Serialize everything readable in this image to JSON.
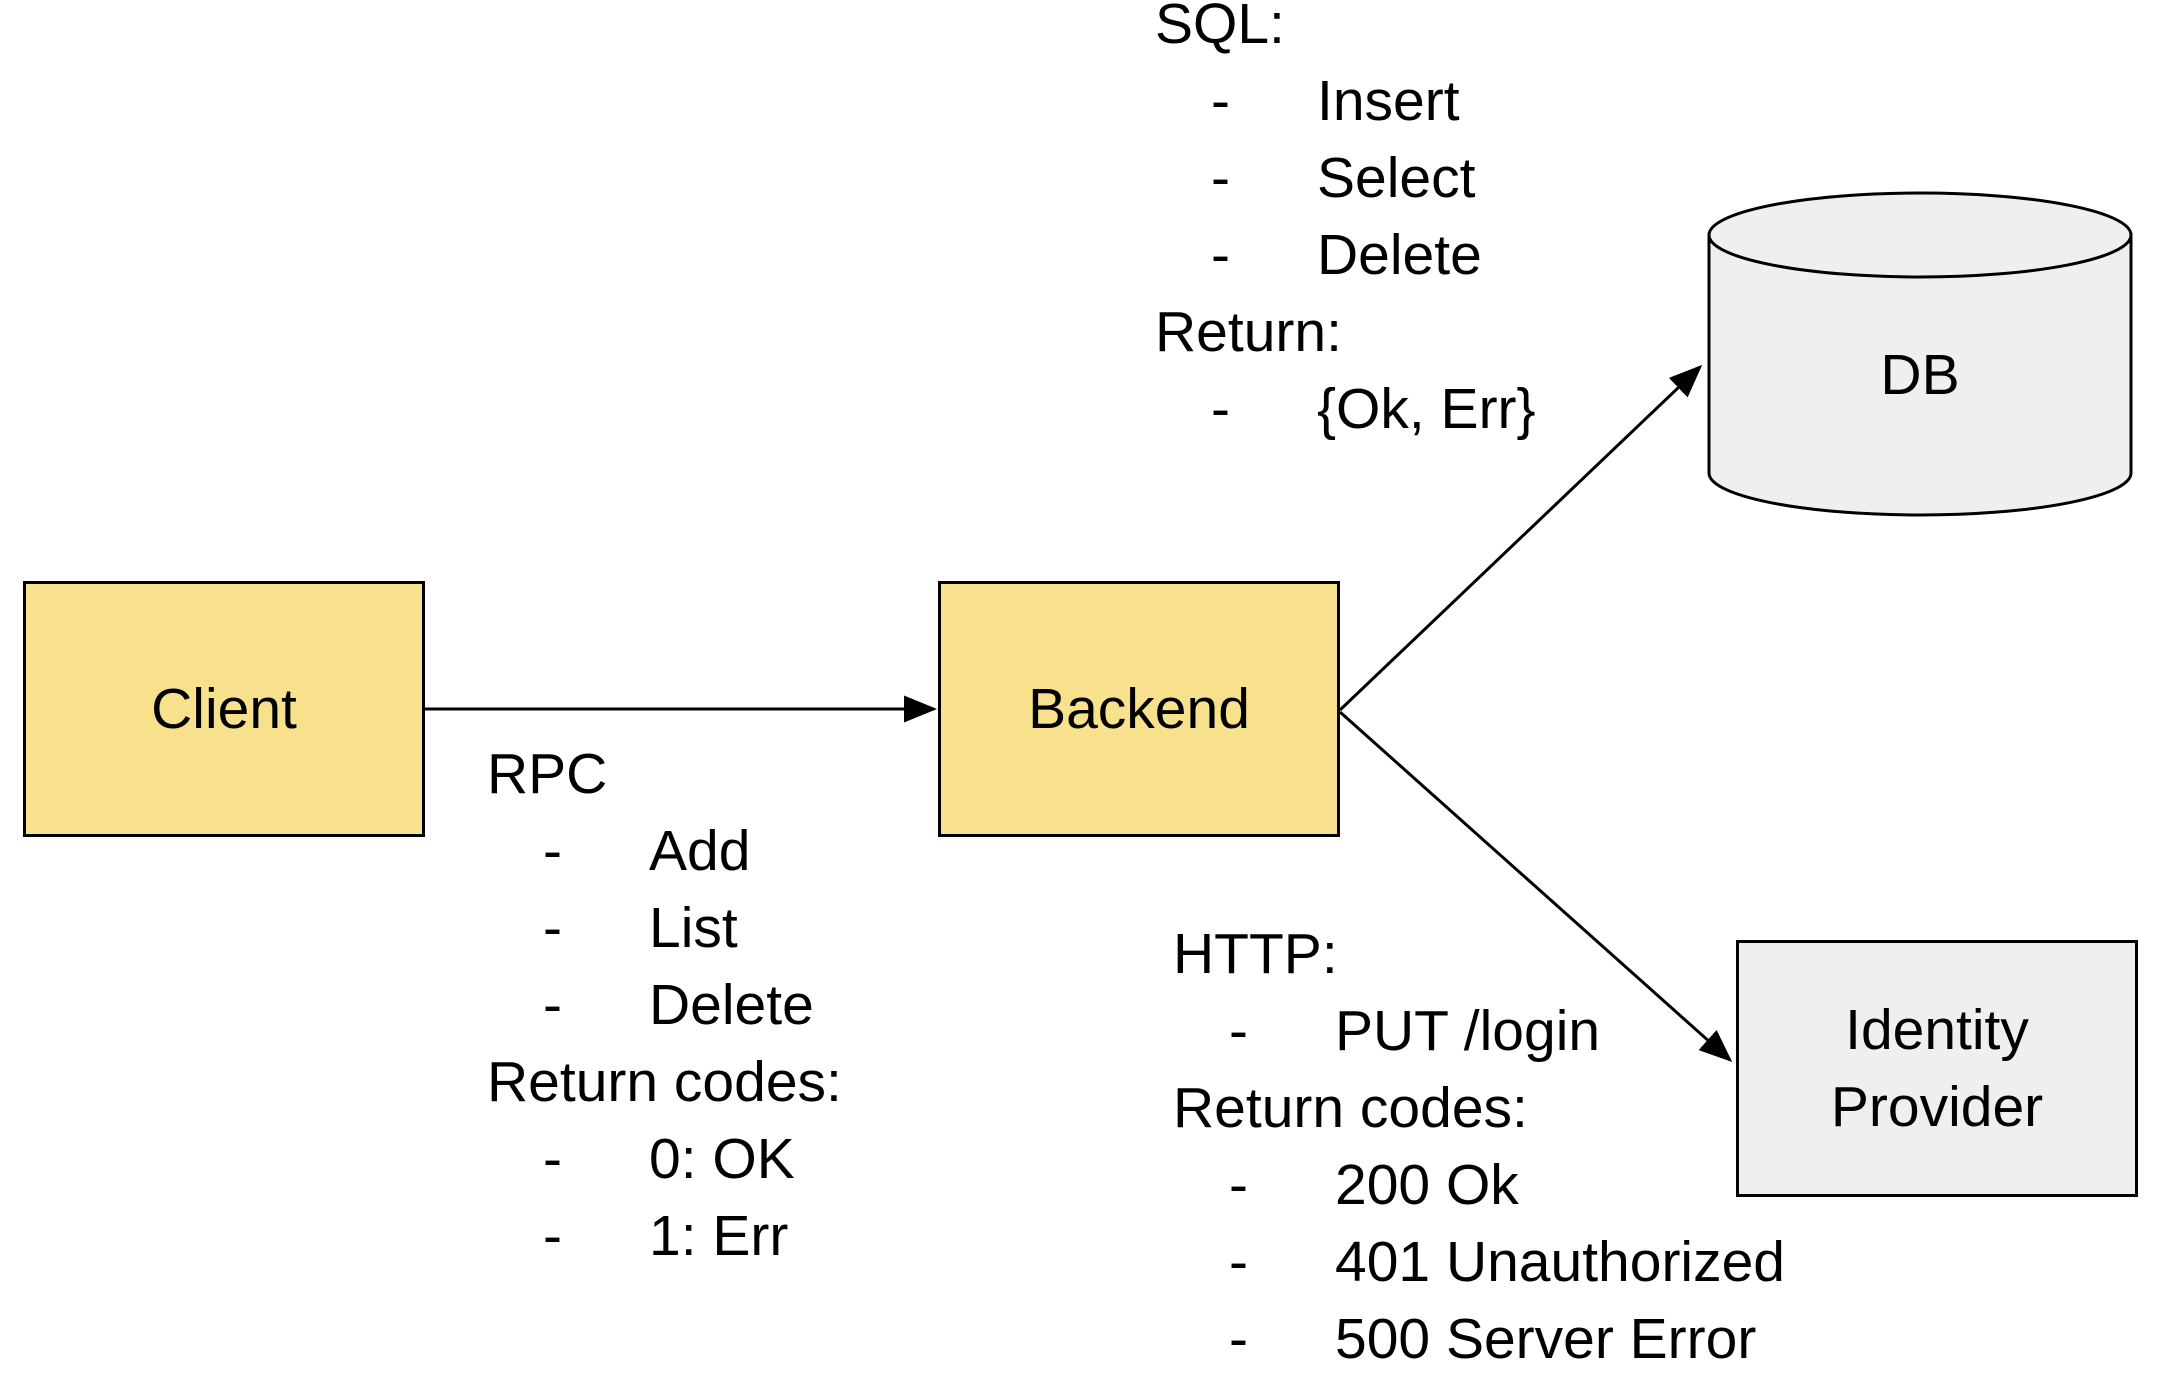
{
  "diagram": {
    "bullet": "-",
    "colors": {
      "background": "#ffffff",
      "node_yellow": "#f8e18c",
      "node_gray": "#efefef",
      "stroke": "#000000"
    },
    "nodes": {
      "client": {
        "label": "Client",
        "fill": "#f8e18c",
        "shape": "rectangle"
      },
      "backend": {
        "label": "Backend",
        "fill": "#f8e18c",
        "shape": "rectangle"
      },
      "db": {
        "label": "DB",
        "fill": "#efefef",
        "shape": "cylinder"
      },
      "identity_provider": {
        "label": "Identity Provider",
        "fill": "#efefef",
        "shape": "rectangle"
      }
    },
    "edges": [
      {
        "from": "client",
        "to": "backend"
      },
      {
        "from": "backend",
        "to": "db"
      },
      {
        "from": "backend",
        "to": "identity_provider"
      }
    ],
    "annotations": {
      "rpc": {
        "title": "RPC",
        "items": [
          "Add",
          "List",
          "Delete"
        ],
        "return_title": "Return codes:",
        "return_items": [
          "0: OK",
          "1: Err"
        ]
      },
      "sql": {
        "title": "SQL:",
        "items": [
          "Insert",
          "Select",
          "Delete"
        ],
        "return_title": "Return:",
        "return_items": [
          "{Ok, Err}"
        ]
      },
      "http": {
        "title": "HTTP:",
        "items": [
          "PUT /login"
        ],
        "return_title": "Return codes:",
        "return_items": [
          "200 Ok",
          "401 Unauthorized",
          "500 Server Error"
        ]
      }
    }
  }
}
